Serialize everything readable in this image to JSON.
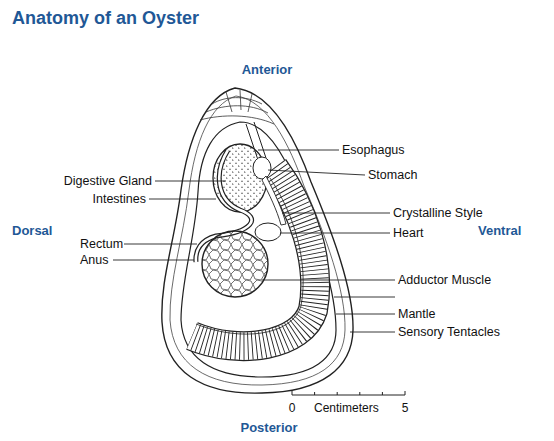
{
  "diagram": {
    "title": "Anatomy of an Oyster",
    "labels": [
      "Anterior",
      "Dorsal",
      "Ventral",
      "Posterior",
      "Digestive Gland",
      "Intestines",
      "Rectum",
      "Anus",
      "Esophagus",
      "Stomach",
      "Crystalline Style",
      "Heart",
      "Adductor Muscle",
      "Mantle",
      "Sensory Tentacles",
      "0",
      "Centimeters",
      "5"
    ]
  }
}
